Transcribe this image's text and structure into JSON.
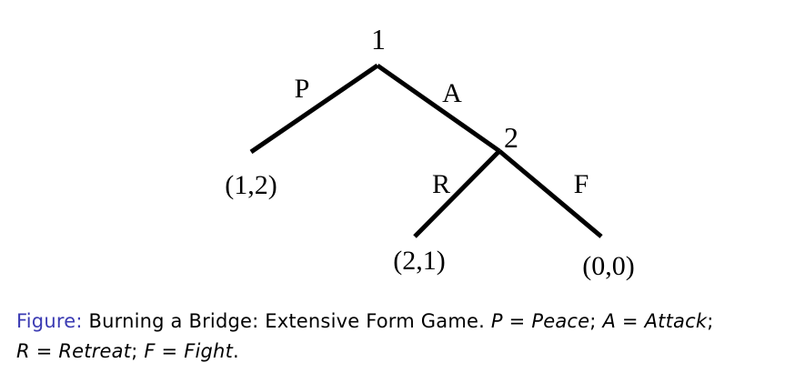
{
  "tree": {
    "nodes": {
      "root": "1",
      "second": "2"
    },
    "actions": {
      "peace": "P",
      "attack": "A",
      "retreat": "R",
      "fight": "F"
    },
    "payoffs": {
      "peace": "(1,2)",
      "retreat": "(2,1)",
      "fight": "(0,0)"
    }
  },
  "caption": {
    "prefix": "Figure:",
    "text": "Burning a Bridge: Extensive Form Game.",
    "p_sym": "P",
    "eq": "=",
    "p_word": "Peace",
    "a_sym": "A",
    "a_word": "Attack",
    "r_sym": "R",
    "r_word": "Retreat",
    "f_sym": "F",
    "f_word": "Fight",
    "sep": ";",
    "end": "."
  },
  "colors": {
    "caption_prefix": "#3b3bb3",
    "lines": "#000000"
  }
}
